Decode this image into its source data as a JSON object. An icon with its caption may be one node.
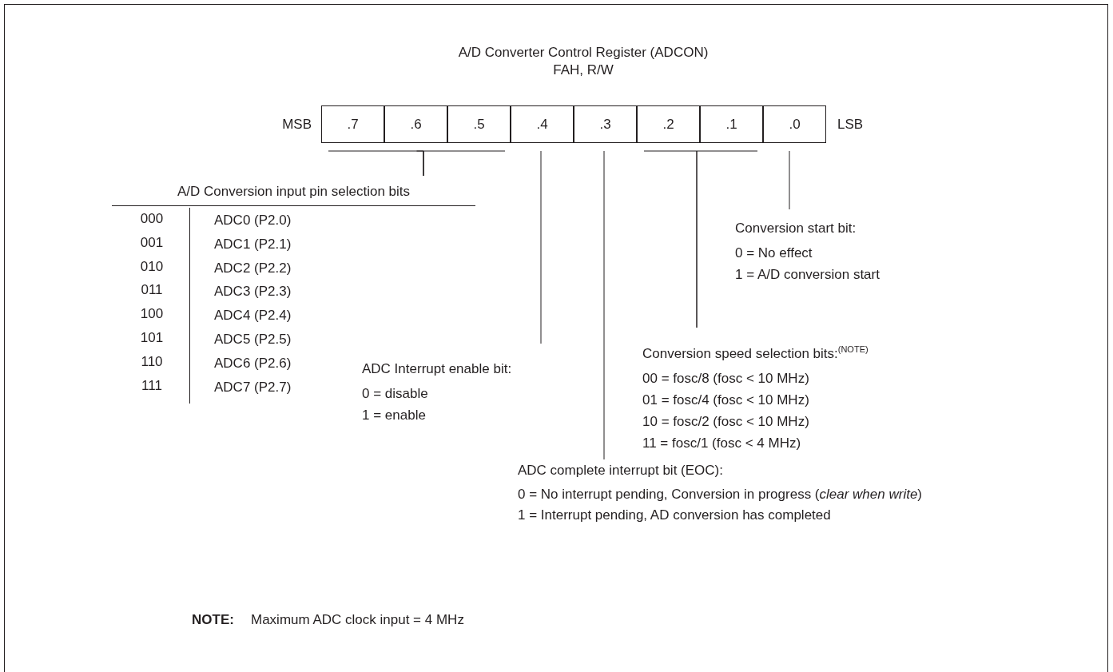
{
  "diagram": {
    "title": "A/D Converter Control Register (ADCON)",
    "nodes": [
      {
        "text": [
          ".7"
        ]
      },
      {
        "text": [
          ".6"
        ]
      },
      {
        "text": [
          ".5"
        ]
      },
      {
        "text": [
          ".4"
        ]
      },
      {
        "text": [
          ".3"
        ]
      },
      {
        "text": [
          ".2"
        ]
      },
      {
        "text": [
          ".1"
        ]
      },
      {
        "text": [
          ".0"
        ]
      },
      {
        "text": [
          "A/D Conversion input pin selection bits"
        ]
      },
      {
        "text": [
          "ADC Interrupt enable bit:",
          "0 = disable",
          "1 = enable"
        ]
      },
      {
        "text": [
          "ADC complete interrupt bit (EOC):",
          "0 = No interrupt pending, Conversion in progress (*clear when write*)",
          "1 = Interrupt pending, AD conversion has completed"
        ]
      },
      {
        "text": [
          "Conversion speed selection bits:$^{(NOTE)}$",
          "00 = fosc/8 (fosc < 10 MHz)",
          "01 = fosc/4 (fosc < 10 MHz)",
          "10 = fosc/2 (fosc < 10 MHz)",
          "11 = fosc/1 (fosc < 4 MHz)"
        ]
      },
      {
        "text": [
          "Conversion start bit:",
          "0 = No effect",
          "1 = A/D conversion start"
        ]
      }
    ],
    "edges": [
      {
        "from": 0,
        "to": 8,
        "arrow": "none"
      },
      {
        "from": 1,
        "to": 8,
        "arrow": "none"
      },
      {
        "from": 2,
        "to": 8,
        "arrow": "none"
      },
      {
        "from": 3,
        "to": 9,
        "arrow": "none"
      },
      {
        "from": 4,
        "to": 10,
        "arrow": "none"
      },
      {
        "from": 5,
        "to": 11,
        "arrow": "none"
      },
      {
        "from": 6,
        "to": 11,
        "arrow": "none"
      },
      {
        "from": 7,
        "to": 12,
        "arrow": "none"
      }
    ],
    "labels": [
      "FAH, R/W",
      "MSB",
      "LSB",
      "000",
      "ADC0 (P2.0)",
      "001",
      "ADC1 (P2.1)",
      "010",
      "ADC2 (P2.2)",
      "011",
      "ADC3 (P2.3)",
      "100",
      "ADC4 (P2.4)",
      "101",
      "ADC5 (P2.5)",
      "110",
      "ADC6 (P2.6)",
      "111",
      "ADC7 (P2.7)",
      "NOTE:",
      "Maximum ADC clock input = 4 MHz"
    ]
  }
}
